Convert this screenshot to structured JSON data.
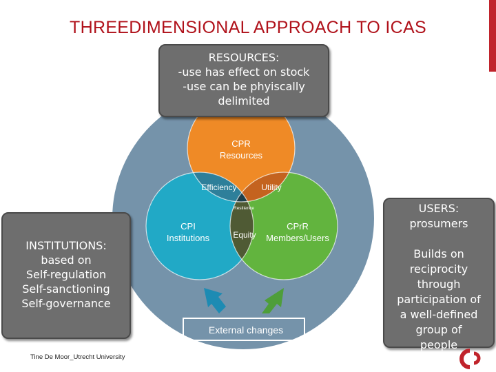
{
  "title": "THREEDIMENSIONAL APPROACH TO ICAS",
  "resources_box": {
    "lines": [
      "RESOURCES:",
      "-use has effect on stock",
      "-use can be phyiscally",
      "delimited"
    ]
  },
  "institutions_box": {
    "lines": [
      "INSTITUTIONS:",
      "based on",
      "Self-regulation",
      "Self-sanctioning",
      "Self-governance"
    ]
  },
  "users_box": {
    "lines": [
      "USERS:",
      "prosumers",
      "",
      "Builds on",
      "reciprocity",
      "through",
      "participation of",
      "a well-defined",
      "group of",
      "people"
    ]
  },
  "diagram": {
    "cpr": [
      "CPR",
      "Resources"
    ],
    "cpi": [
      "CPI",
      "Institutions"
    ],
    "cprr": [
      "CPrR",
      "Members/Users"
    ],
    "efficiency": "Efficiency",
    "utility": "Utility",
    "equity": "Equity",
    "resilience": "Resilience",
    "external_changes": "External changes"
  },
  "colors": {
    "title": "#b0121b",
    "outer_circle": "#7593aa",
    "cpr_orange": "#ef8a26",
    "cpi_teal": "#21a9c6",
    "cprr_green": "#62b43e",
    "efficiency_overlap": "#2e7f9a",
    "utility_overlap": "#c4631f",
    "equity_overlap": "#4f5a34",
    "resilience_center": "#1c3f4c",
    "arrow_teal": "#1d8bb3",
    "arrow_green": "#4e9e3a",
    "callout_fill": "#6e6e6e"
  },
  "footer": "Tine De Moor_Utrecht University"
}
